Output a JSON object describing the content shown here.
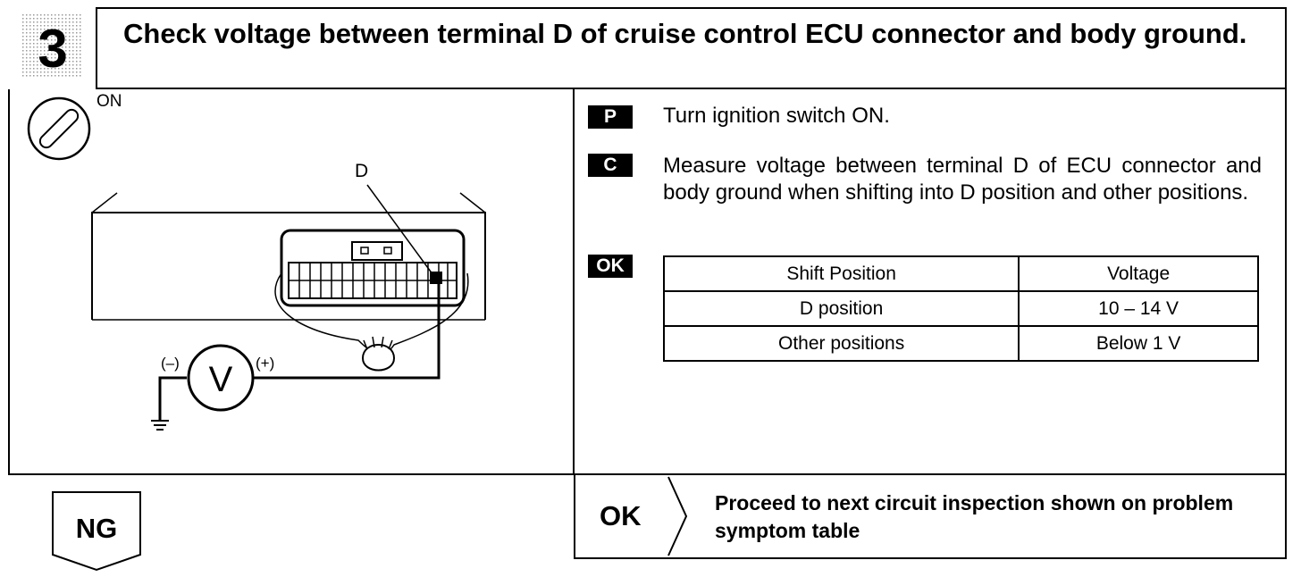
{
  "step": {
    "number": "3",
    "title": "Check voltage between terminal D of cruise control ECU connector and body ground."
  },
  "diagram": {
    "ignition_label": "ON",
    "terminal_label": "D",
    "voltmeter_symbol": "V",
    "negative_label": "(–)",
    "positive_label": "(+)",
    "icons": [
      "ignition-switch-icon",
      "ecu-connector-icon",
      "voltmeter-icon",
      "ground-symbol-icon"
    ]
  },
  "instructions": [
    {
      "tag": "P",
      "text": "Turn ignition switch ON."
    },
    {
      "tag": "C",
      "text": "Measure voltage between terminal D of ECU connector and body ground when shifting into D position and other positions."
    }
  ],
  "ok_tag": "OK",
  "spec_table": {
    "headers": [
      "Shift Position",
      "Voltage"
    ],
    "rows": [
      [
        "D position",
        "10 – 14 V"
      ],
      [
        "Other positions",
        "Below 1 V"
      ]
    ]
  },
  "ng_label": "NG",
  "ok_result": {
    "label": "OK",
    "text": "Proceed to next circuit inspection shown on problem symptom table"
  }
}
